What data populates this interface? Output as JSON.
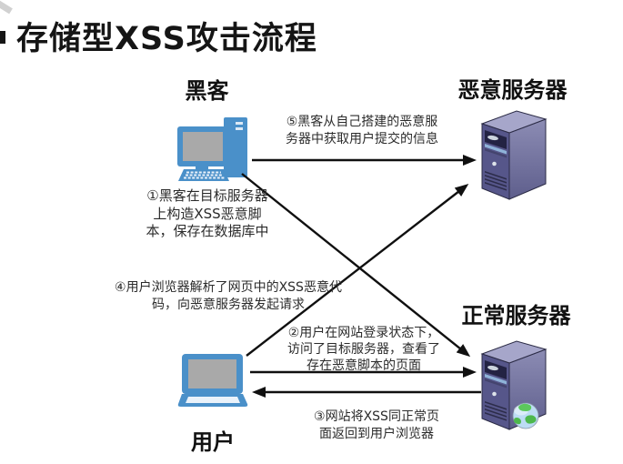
{
  "title": "存储型XSS攻击流程",
  "nodes": {
    "hacker": {
      "label": "黑客",
      "icon": "desktop-computer-icon"
    },
    "malicious_server": {
      "label": "恶意服务器",
      "icon": "server-tower-icon"
    },
    "normal_server": {
      "label": "正常服务器",
      "icon": "server-tower-globe-icon"
    },
    "user": {
      "label": "用户",
      "icon": "laptop-icon"
    }
  },
  "annotations": {
    "step1": {
      "from": "hacker",
      "to": "normal_server",
      "lines": [
        "①黑客在目标服务器",
        "上构造XSS恶意脚",
        "本，保存在数据库中"
      ]
    },
    "step2": {
      "from": "user",
      "to": "normal_server",
      "lines": [
        "②用户在网站登录状态下，",
        "访问了目标服务器，查看了",
        "存在恶意脚本的页面"
      ]
    },
    "step3": {
      "from": "normal_server",
      "to": "user",
      "lines": [
        "③网站将XSS同正常页",
        "面返回到用户浏览器"
      ]
    },
    "step4": {
      "from": "user",
      "to": "malicious_server",
      "lines": [
        "④用户浏览器解析了网页中的XSS恶意代",
        "码，向恶意服务器发起请求"
      ]
    },
    "step5": {
      "from": "hacker",
      "to": "malicious_server",
      "lines": [
        "⑤黑客从自己搭建的恶意服",
        "务器中获取用户提交的信息"
      ]
    }
  },
  "colors": {
    "device_blue": "#4a90c9",
    "screen_gray": "#a9a9a9",
    "server_front": "#56568a",
    "server_side_light": "#8c8cb4",
    "server_side_dark": "#5e5e8c",
    "server_top": "#a6a6ca",
    "globe_green": "#4db84d",
    "arrow_black": "#101010",
    "title_text": "#151515"
  }
}
